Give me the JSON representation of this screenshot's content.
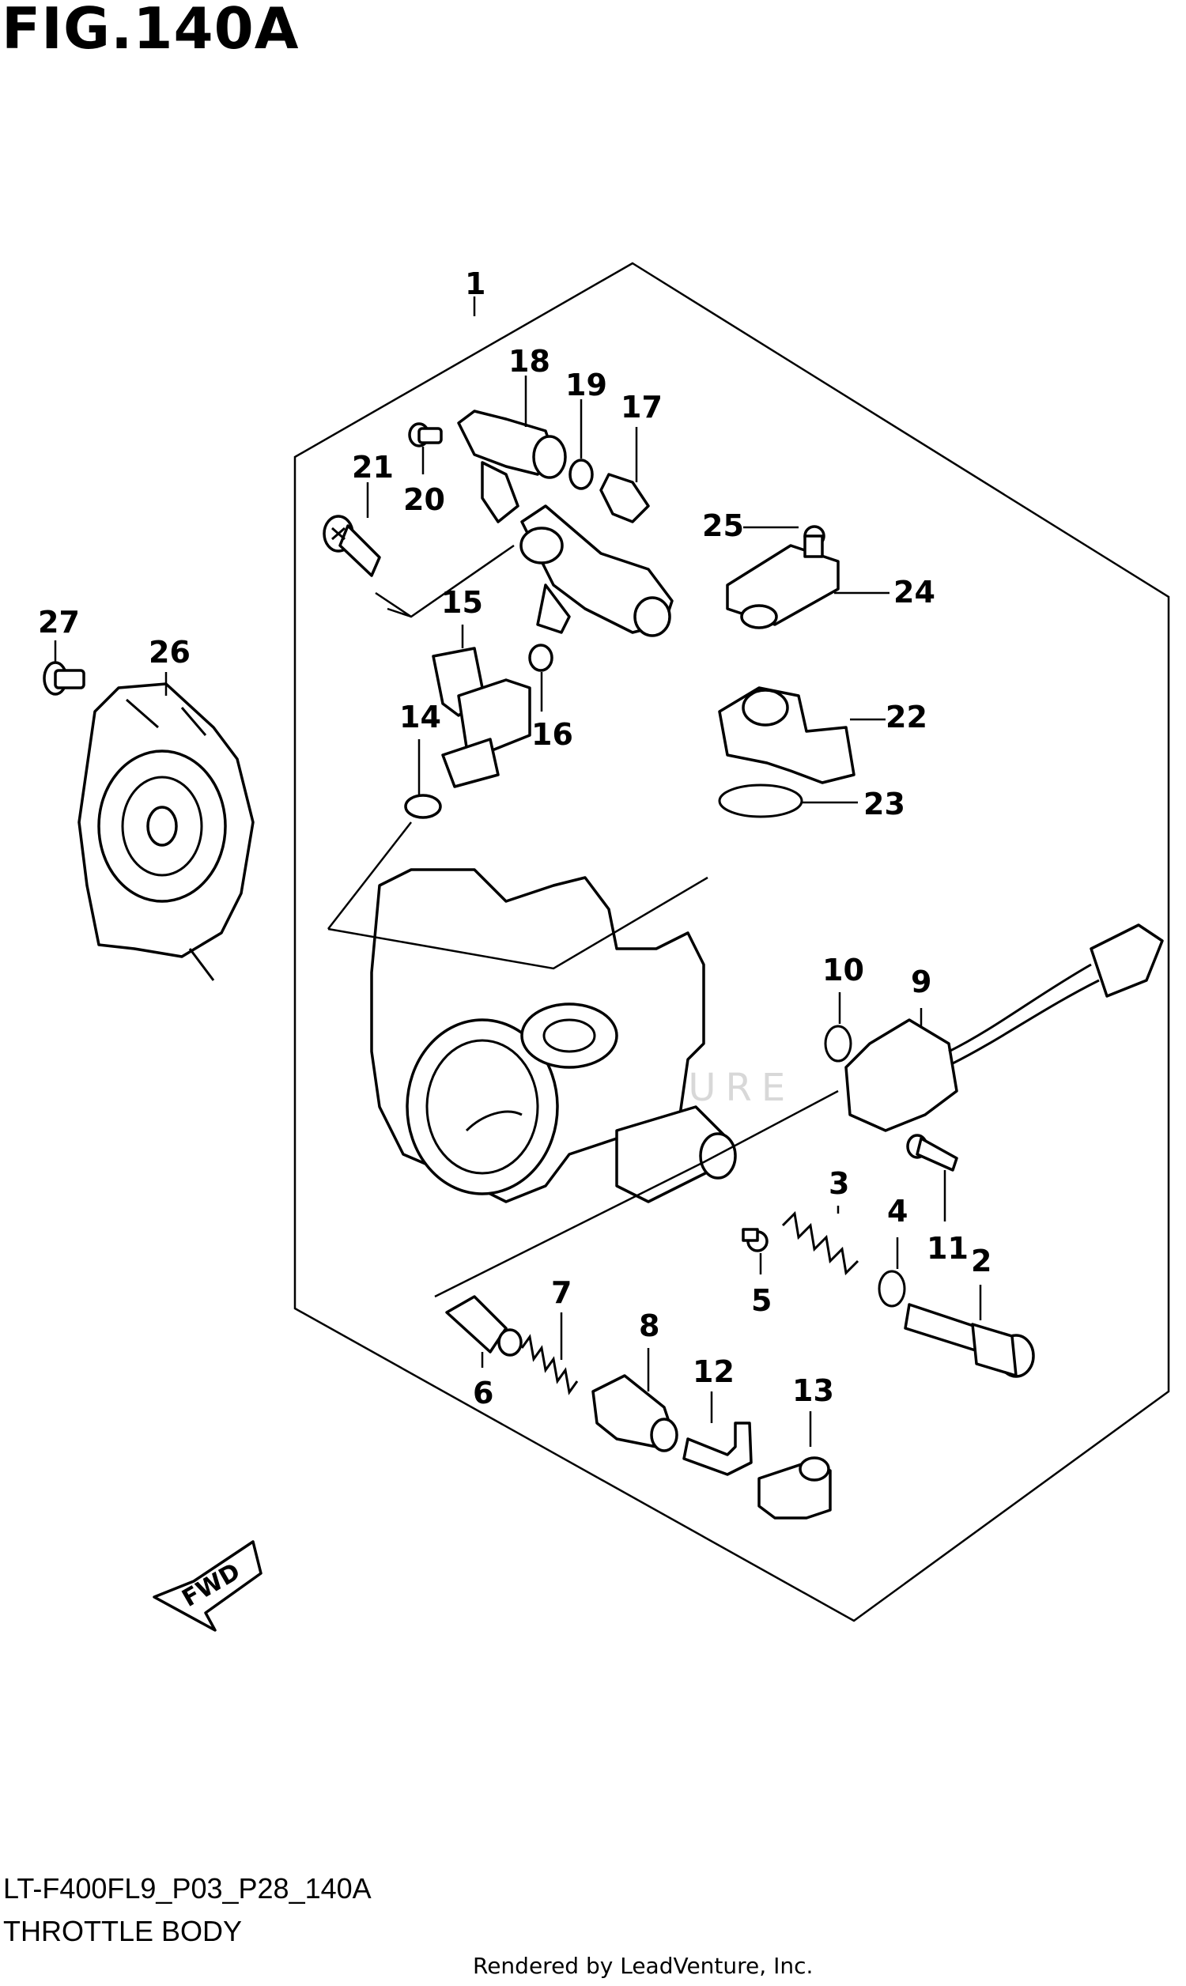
{
  "figure_title": "FIG.140A",
  "diagram_code": "LT-F400FL9_P03_P28_140A",
  "diagram_subtitle": "THROTTLE BODY",
  "render_credit": "Rendered by LeadVenture, Inc.",
  "watermark": "LEADVENTURE",
  "fwd_label": "FWD",
  "callouts": [
    "1",
    "2",
    "3",
    "4",
    "5",
    "6",
    "7",
    "8",
    "9",
    "10",
    "11",
    "12",
    "13",
    "14",
    "15",
    "16",
    "17",
    "18",
    "19",
    "20",
    "21",
    "22",
    "23",
    "24",
    "25",
    "26",
    "27"
  ]
}
